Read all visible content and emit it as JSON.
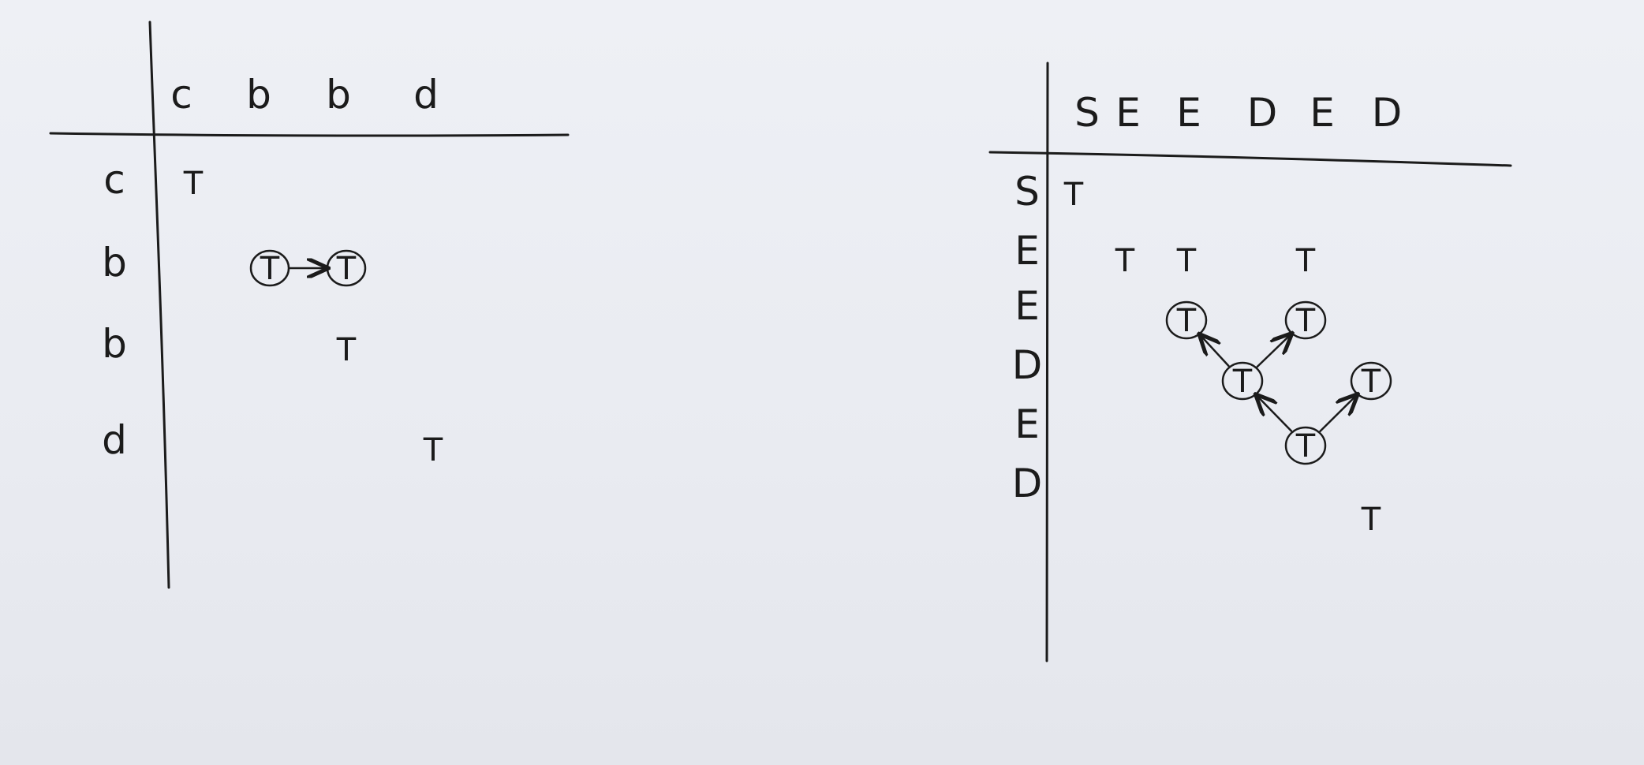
{
  "grid_left": {
    "columns": [
      "c",
      "b",
      "b",
      "d"
    ],
    "rows": [
      "c",
      "b",
      "b",
      "d"
    ],
    "cells": [
      {
        "row": 0,
        "col": 0,
        "text": "T",
        "circled": false
      },
      {
        "row": 1,
        "col": 1,
        "text": "T",
        "circled": true
      },
      {
        "row": 1,
        "col": 2,
        "text": "T",
        "circled": true
      },
      {
        "row": 2,
        "col": 2,
        "text": "T",
        "circled": false
      },
      {
        "row": 3,
        "col": 3,
        "text": "T",
        "circled": false
      }
    ],
    "arrows": [
      {
        "from": [
          1,
          1
        ],
        "to": [
          1,
          2
        ]
      }
    ]
  },
  "grid_right": {
    "columns": [
      "S",
      "E",
      "E",
      "D",
      "E",
      "D"
    ],
    "rows": [
      "S",
      "E",
      "E",
      "D",
      "E",
      "D"
    ],
    "cells": [
      {
        "row": 0,
        "col": 0,
        "text": "T",
        "circled": false
      },
      {
        "row": 1,
        "col": 1,
        "text": "T",
        "circled": false
      },
      {
        "row": 1,
        "col": 2,
        "text": "T",
        "circled": false
      },
      {
        "row": 1,
        "col": 4,
        "text": "T",
        "circled": false
      },
      {
        "row": 2,
        "col": 2,
        "text": "T",
        "circled": true
      },
      {
        "row": 2,
        "col": 4,
        "text": "T",
        "circled": true
      },
      {
        "row": 3,
        "col": 3,
        "text": "T",
        "circled": true
      },
      {
        "row": 3,
        "col": 5,
        "text": "T",
        "circled": true
      },
      {
        "row": 4,
        "col": 4,
        "text": "T",
        "circled": true
      },
      {
        "row": 5,
        "col": 5,
        "text": "T",
        "circled": false
      }
    ],
    "arrows": [
      {
        "from": [
          3,
          3
        ],
        "to": [
          2,
          2
        ]
      },
      {
        "from": [
          3,
          3
        ],
        "to": [
          2,
          4
        ]
      },
      {
        "from": [
          4,
          4
        ],
        "to": [
          3,
          3
        ]
      },
      {
        "from": [
          4,
          4
        ],
        "to": [
          3,
          5
        ]
      }
    ]
  },
  "colors": {
    "ink": "#1b1b1b",
    "paper": "#ecedf2"
  }
}
